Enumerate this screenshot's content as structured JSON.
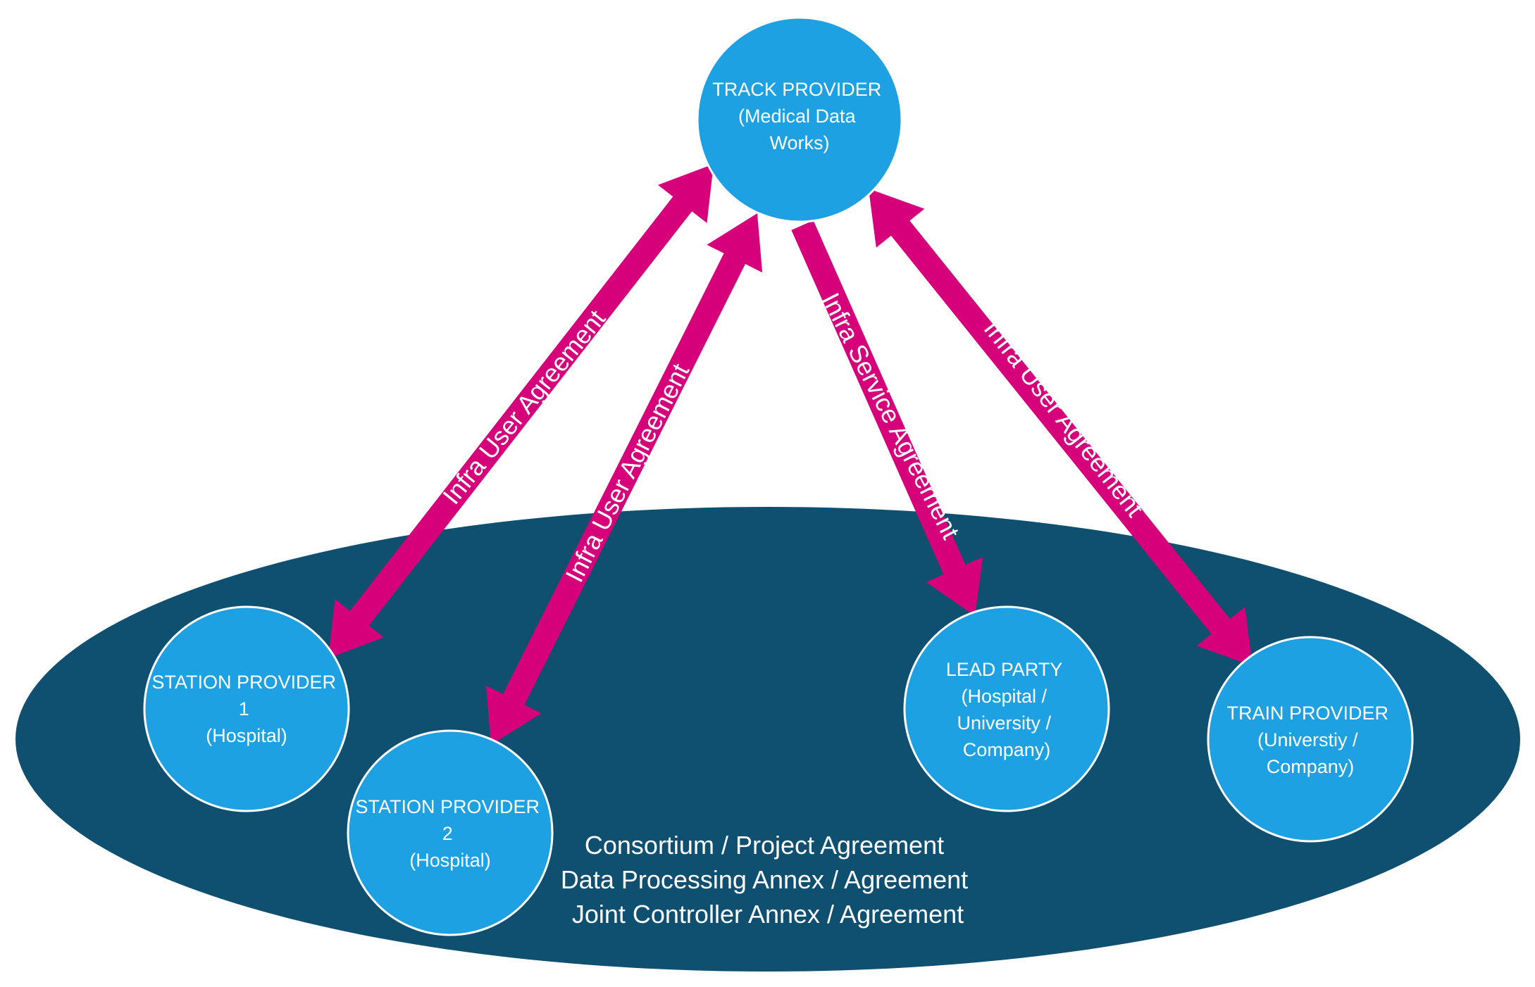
{
  "colors": {
    "background": "#ffffff",
    "ellipse": "#0f4f6f",
    "node_fill": "#1da1e2",
    "node_stroke": "#ffffff",
    "arrow": "#d6007a",
    "text": "#ffffff"
  },
  "nodes": {
    "track_provider": {
      "lines": [
        "TRACK PROVIDER",
        "(Medical Data",
        "Works)"
      ]
    },
    "station_provider_1": {
      "lines": [
        "STATION PROVIDER",
        "1",
        "(Hospital)"
      ]
    },
    "station_provider_2": {
      "lines": [
        "STATION PROVIDER",
        "2",
        "(Hospital)"
      ]
    },
    "lead_party": {
      "lines": [
        "LEAD PARTY",
        "(Hospital /",
        "University /",
        "Company)"
      ]
    },
    "train_provider": {
      "lines": [
        "TRAIN PROVIDER",
        "(Universtiy /",
        "Company)"
      ]
    }
  },
  "arrows": {
    "station_1": {
      "label": "Infra User Agreement"
    },
    "station_2": {
      "label": "Infra User Agreement"
    },
    "lead_party": {
      "label": "Infra Service Agreement"
    },
    "train": {
      "label": "Infra User Agreement"
    }
  },
  "consortium": {
    "lines": [
      "Consortium / Project Agreement",
      "Data Processing Annex / Agreement",
      "Joint Controller Annex / Agreement"
    ]
  }
}
